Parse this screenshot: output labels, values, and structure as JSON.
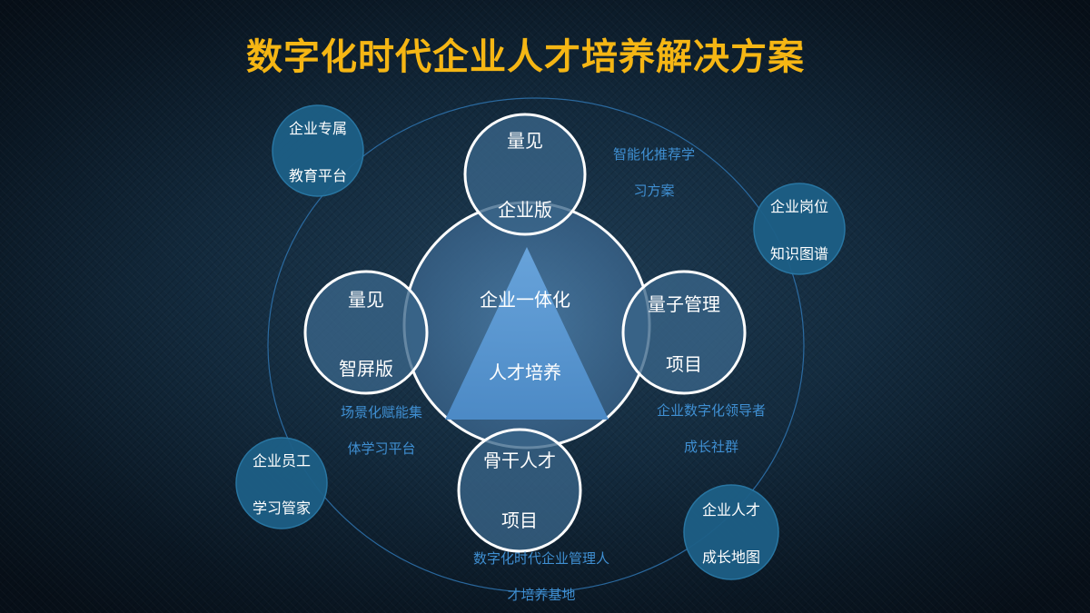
{
  "title": "数字化时代企业人才培养解决方案",
  "center": {
    "line1": "企业一体化",
    "line2": "人才培养"
  },
  "main_nodes": {
    "top": {
      "line1": "量见",
      "line2": "企业版"
    },
    "left": {
      "line1": "量见",
      "line2": "智屏版"
    },
    "right": {
      "line1": "量子管理",
      "line2": "项目"
    },
    "bottom": {
      "line1": "骨干人才",
      "line2": "项目"
    }
  },
  "outer_nodes": {
    "top_left": {
      "line1": "企业专属",
      "line2": "教育平台"
    },
    "top_right": {
      "line1": "企业岗位",
      "line2": "知识图谱"
    },
    "bottom_left": {
      "line1": "企业员工",
      "line2": "学习管家"
    },
    "bottom_right": {
      "line1": "企业人才",
      "line2": "成长地图"
    }
  },
  "labels": {
    "top_right": {
      "line1": "智能化推荐学",
      "line2": "习方案"
    },
    "bottom_right": {
      "line1": "企业数字化领导者",
      "line2": "成长社群"
    },
    "bottom_left": {
      "line1": "场景化赋能集",
      "line2": "体学习平台"
    },
    "bottom": {
      "line1": "数字化时代企业管理人",
      "line2": "才培养基地"
    }
  },
  "colors": {
    "title": "#f5b614",
    "circle_fill": "#3a6589",
    "circle_border": "#ffffff",
    "outer_fill": "#1d5f86",
    "triangle": "#5a9bd6",
    "label": "#3f8fd2",
    "orbit": "#2f74b0"
  }
}
